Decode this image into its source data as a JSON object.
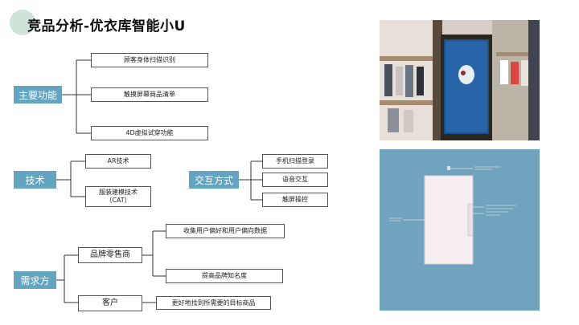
{
  "title": "竞品分析-优衣库智能小U",
  "sections": {
    "main_function": {
      "label": "主要功能",
      "items": [
        "顾客身体扫描识别",
        "触摸屏幕商品清单",
        "4D虚拟试穿功能"
      ]
    },
    "technology": {
      "label": "技术",
      "items": [
        "AR技术",
        "服装建模技术\n（CAT）"
      ]
    },
    "interaction": {
      "label": "交互方式",
      "items": [
        "手机扫描登录",
        "语音交互",
        "触屏操控"
      ]
    },
    "demand": {
      "label": "需求方",
      "brand": {
        "label": "品牌零售商",
        "items": [
          "收集用户偏好和用户偏向数据",
          "提高品牌知名度"
        ]
      },
      "customer": {
        "label": "客户",
        "items": [
          "更好地找到所需要的目标商品"
        ]
      }
    }
  },
  "colors": {
    "category_fill": "#63a4c1",
    "title_dot": "#cfe3d8",
    "sketch_background": "#6fa3be"
  }
}
